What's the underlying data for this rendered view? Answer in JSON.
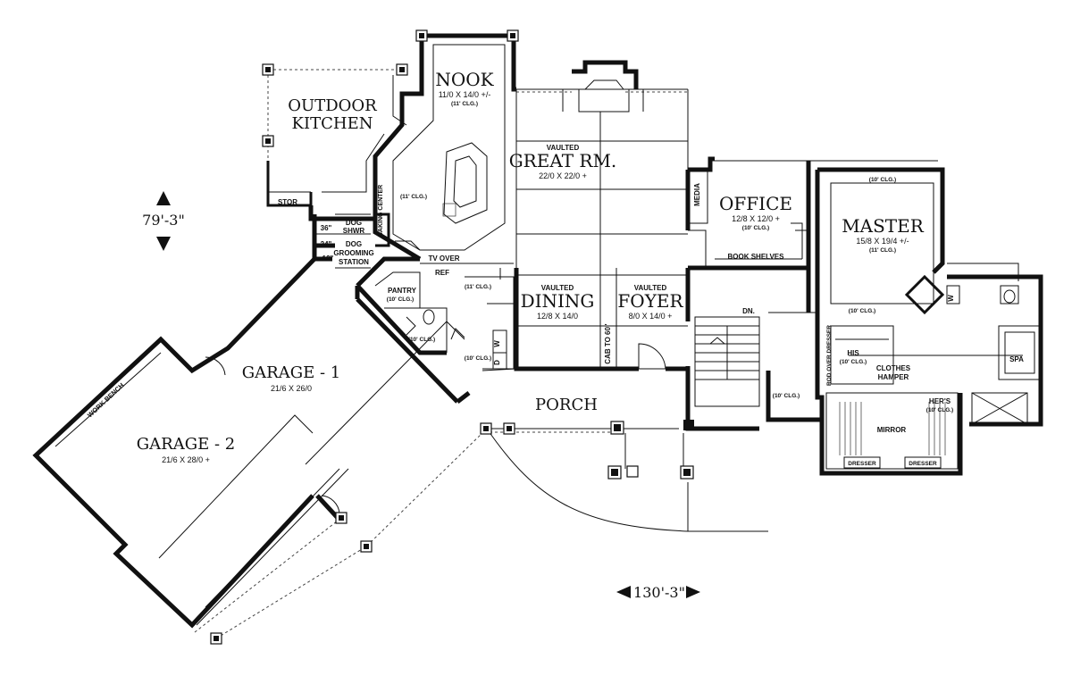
{
  "rooms": {
    "nook": {
      "name": "NOOK",
      "dims": "11/0 X 14/0 +/-",
      "clg": "(11' CLG.)"
    },
    "outdoor_kitchen": {
      "line1": "OUTDOOR",
      "line2": "KITCHEN"
    },
    "great_room": {
      "vaulted": "VAULTED",
      "name": "GREAT RM.",
      "dims": "22/0 X 22/0 +"
    },
    "dining": {
      "vaulted": "VAULTED",
      "name": "DINING",
      "dims": "12/8 X 14/0"
    },
    "foyer": {
      "vaulted": "VAULTED",
      "name": "FOYER",
      "dims": "8/0 X 14/0 +"
    },
    "office": {
      "name": "OFFICE",
      "dims": "12/8 X 12/0 +",
      "clg": "(10' CLG.)"
    },
    "master": {
      "name": "MASTER",
      "dims": "15/8 X 19/4 +/-",
      "clg": "(11' CLG.)"
    },
    "garage1": {
      "name": "GARAGE - 1",
      "dims": "21/6 X 26/0"
    },
    "garage2": {
      "name": "GARAGE - 2",
      "dims": "21/6 X 28/0 +"
    },
    "porch": {
      "name": "PORCH"
    },
    "pantry": {
      "name": "PANTRY",
      "clg": "(10' CLG.)"
    },
    "mirror": {
      "name": "MIRROR"
    },
    "spa": {
      "name": "SPA"
    }
  },
  "labels": {
    "stor": "STOR",
    "dog_shwr_1": "DOG",
    "dog_shwr_2": "SHWR",
    "dog_groom_1": "DOG",
    "dog_groom_2": "GROOMING",
    "dog_groom_3": "STATION",
    "dim_36": "36\"",
    "dim_24": "24\"",
    "dim_12": "12\"",
    "baking_center": "BAKING CENTER",
    "tv_over": "TV OVER",
    "ref": "REF",
    "media": "MEDIA",
    "book_shelves": "BOOK SHELVES",
    "cab_to_60": "CAB TO 60\"",
    "dn": "DN.",
    "his": "HIS",
    "his_clg": "(10' CLG.)",
    "clothes_hamper_1": "CLOTHES",
    "clothes_hamper_2": "HAMPER",
    "rod_over_dresser": "ROD OVER DRESSER",
    "hers": "HER'S",
    "hers_clg": "(10' CLG.)",
    "dresser_1": "DRESSER",
    "dresser_2": "DRESSER",
    "work_bench": "WORK BENCH",
    "washer": "W",
    "dryer": "D",
    "master_w": "W",
    "nook_island_clg": "(11' CLG.)",
    "kitchen_clg": "(11' CLG.)",
    "laundry_clg": "(10' CLG.)",
    "bath_clg": "(10' CLG.)",
    "master_clg_low": "(10' CLG.)",
    "master_clg_top": "(10' CLG.)",
    "his_bath_clg": "(10' CLG.)"
  },
  "overall": {
    "depth": "79'-3\"",
    "width": "130'-3\""
  }
}
